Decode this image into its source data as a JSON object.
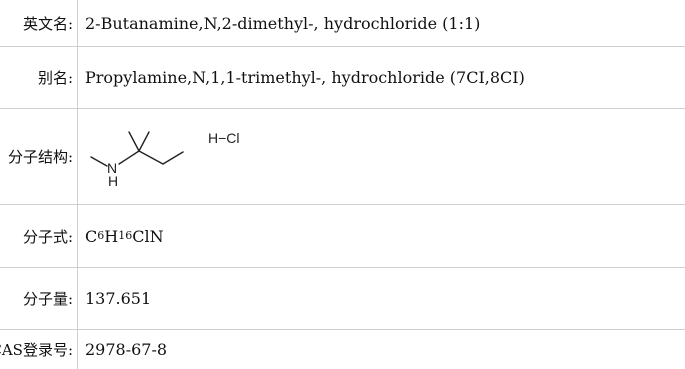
{
  "rows": [
    {
      "label": "英文名:",
      "value": "2-Butanamine,N,2-dimethyl-, hydrochloride (1:1)"
    },
    {
      "label": "别名:",
      "value": "Propylamine,N,1,1-trimethyl-, hydrochloride (7CI,8CI)"
    },
    {
      "label": "分子结构:",
      "structure": {
        "amine_n": "N",
        "amine_h": "H",
        "salt": "H−Cl"
      }
    },
    {
      "label": "分子式:",
      "formula": [
        {
          "el": "C",
          "n": "6"
        },
        {
          "el": "H",
          "n": "16"
        },
        {
          "el": "ClN",
          "n": ""
        }
      ]
    },
    {
      "label": "分子量:",
      "value": "137.651"
    },
    {
      "label": "CAS登录号:",
      "value": "2978-67-8"
    }
  ]
}
